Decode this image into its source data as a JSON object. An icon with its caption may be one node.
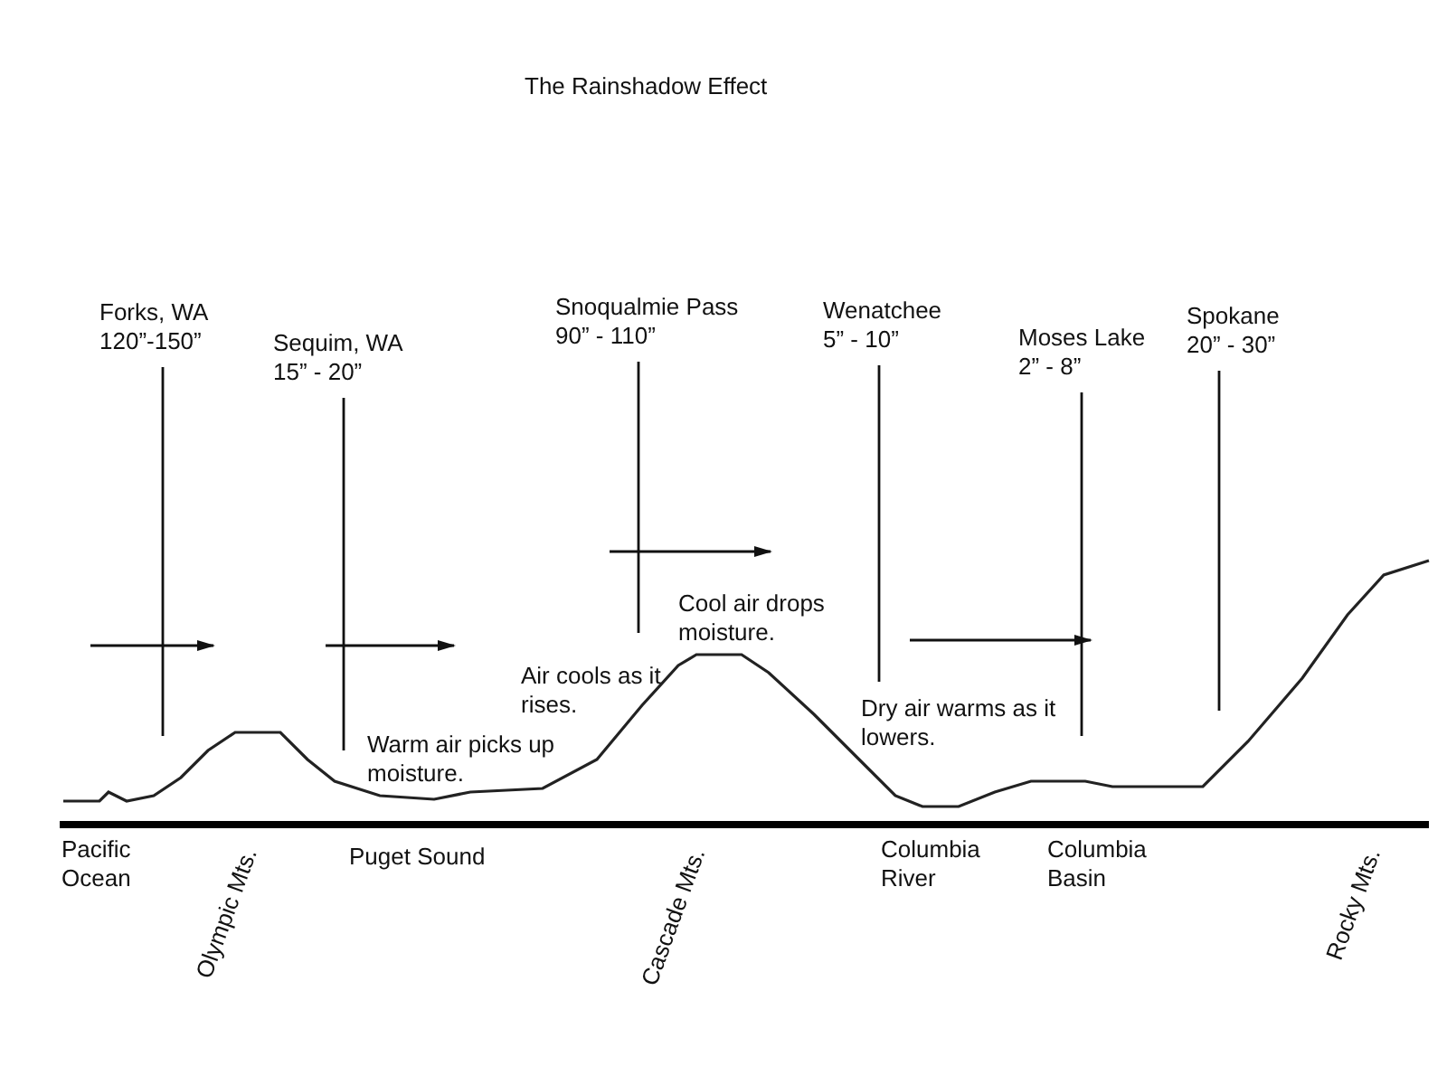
{
  "diagram": {
    "title": "The Rainshadow Effect",
    "nodes": [
      {
        "text": [
          "Forks, WA",
          "120”-150”"
        ]
      },
      {
        "text": [
          "Sequim, WA",
          "15” - 20”"
        ]
      },
      {
        "text": [
          "Snoqualmie Pass",
          "90” - 110”"
        ]
      },
      {
        "text": [
          "Wenatchee",
          "5” - 10”"
        ]
      },
      {
        "text": [
          "Moses Lake",
          "2” - 8”"
        ]
      },
      {
        "text": [
          "Spokane",
          "20” - 30”"
        ]
      }
    ],
    "edges": [
      {
        "from": 0,
        "to": null,
        "arrow": "none"
      },
      {
        "from": 1,
        "to": null,
        "arrow": "none"
      },
      {
        "from": 2,
        "to": null,
        "arrow": "none"
      },
      {
        "from": 3,
        "to": null,
        "arrow": "none"
      },
      {
        "from": 4,
        "to": null,
        "arrow": "none"
      },
      {
        "from": 5,
        "to": null,
        "arrow": "none"
      }
    ],
    "labels": [
      "Cool air drops moisture.",
      "Air cools as it rises.",
      "Dry air warms as it lowers.",
      "Warm air picks up moisture.",
      "Pacific Ocean",
      "Puget Sound",
      "Columbia River",
      "Columbia Basin",
      "Olympic Mts.",
      "Cascade Mts.",
      "Rocky Mts."
    ]
  }
}
